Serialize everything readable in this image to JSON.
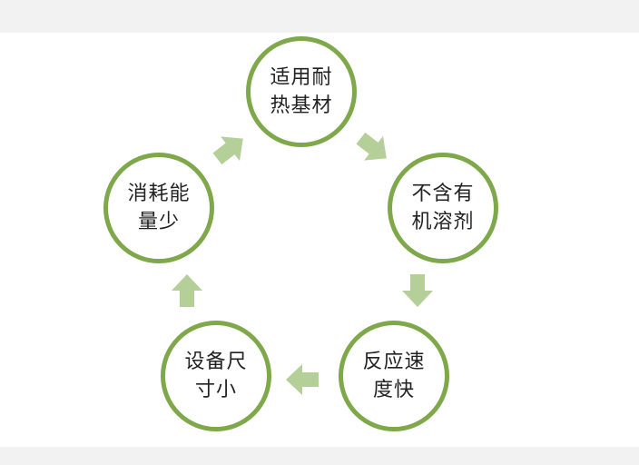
{
  "diagram": {
    "style": {
      "ring_color": "#7ea84a",
      "arrow_color": "#b5cf98",
      "background": "#ffffff",
      "outer_background": "#f2f2f2"
    },
    "nodes": [
      {
        "line1": "适用耐",
        "line2": "热基材"
      },
      {
        "line1": "不含有",
        "line2": "机溶剂"
      },
      {
        "line1": "反应速",
        "line2": "度快"
      },
      {
        "line1": "设备尺",
        "line2": "寸小"
      },
      {
        "line1": "消耗能",
        "line2": "量少"
      }
    ]
  }
}
